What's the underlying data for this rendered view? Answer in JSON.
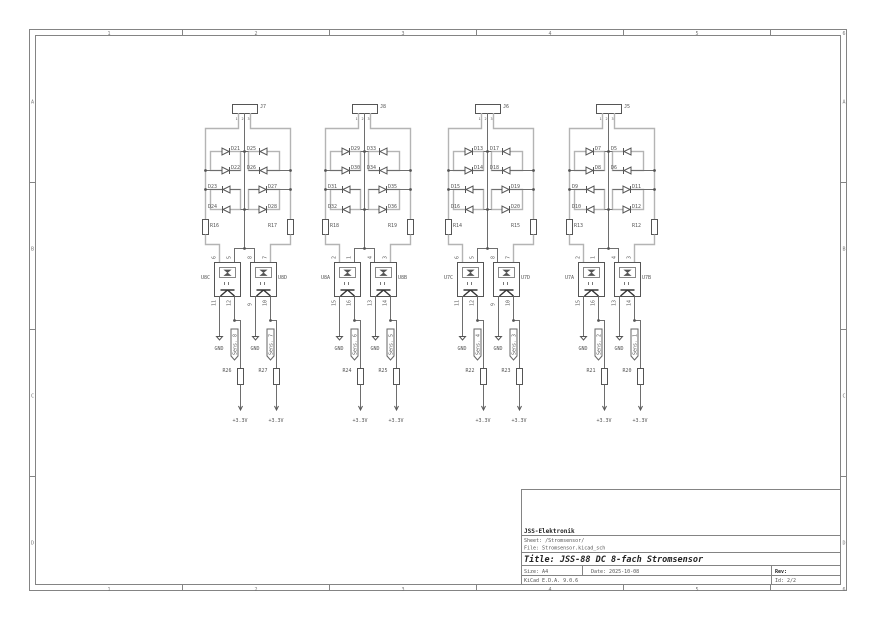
{
  "frame": {
    "columns": [
      "1",
      "2",
      "3",
      "4",
      "5",
      "6"
    ],
    "rows": [
      "A",
      "B",
      "C",
      "D"
    ]
  },
  "title_block": {
    "company": "JSS-Elektronik",
    "sheet": "Sheet: /Stromsensor/",
    "file": "File: Stromsensor.kicad_sch",
    "title": "Title: JSS-88 DC 8-fach Stromsensor",
    "size": "Size: A4",
    "date": "Date: 2025-10-08",
    "rev": "Rev:",
    "tool": "KiCad E.D.A. 9.0.6",
    "id": "Id: 2/2"
  },
  "blocks": [
    {
      "connector": "J7",
      "pins": [
        "1",
        "2",
        "3"
      ],
      "diodes": [
        "D21",
        "D25",
        "D22",
        "D26",
        "D23",
        "D27",
        "D24",
        "D28"
      ],
      "r_top": [
        "R16",
        "R17"
      ],
      "opto": [
        {
          "ref": "U8C",
          "pins_top": [
            "6",
            "5"
          ],
          "pins_bot": [
            "11",
            "12"
          ]
        },
        {
          "ref": "U8D",
          "pins_top": [
            "8",
            "7"
          ],
          "pins_bot": [
            "9",
            "10"
          ]
        }
      ],
      "gnd": [
        "GND",
        "GND"
      ],
      "sense": [
        "Sens. 8",
        "Sens. 7"
      ],
      "r_bot": [
        "R26",
        "R27"
      ],
      "supply": [
        "+3.3V",
        "+3.3V"
      ]
    },
    {
      "connector": "J8",
      "pins": [
        "1",
        "2",
        "3"
      ],
      "diodes": [
        "D29",
        "D33",
        "D30",
        "D34",
        "D31",
        "D35",
        "D32",
        "D36"
      ],
      "r_top": [
        "R18",
        "R19"
      ],
      "opto": [
        {
          "ref": "U8A",
          "pins_top": [
            "2",
            "1"
          ],
          "pins_bot": [
            "15",
            "16"
          ]
        },
        {
          "ref": "U8B",
          "pins_top": [
            "4",
            "3"
          ],
          "pins_bot": [
            "13",
            "14"
          ]
        }
      ],
      "gnd": [
        "GND",
        "GND"
      ],
      "sense": [
        "Sens. 6",
        "Sens. 5"
      ],
      "r_bot": [
        "R24",
        "R25"
      ],
      "supply": [
        "+3.3V",
        "+3.3V"
      ]
    },
    {
      "connector": "J6",
      "pins": [
        "1",
        "2",
        "3"
      ],
      "diodes": [
        "D13",
        "D17",
        "D14",
        "D18",
        "D15",
        "D19",
        "D16",
        "D20"
      ],
      "r_top": [
        "R14",
        "R15"
      ],
      "opto": [
        {
          "ref": "U7C",
          "pins_top": [
            "6",
            "5"
          ],
          "pins_bot": [
            "11",
            "12"
          ]
        },
        {
          "ref": "U7D",
          "pins_top": [
            "8",
            "7"
          ],
          "pins_bot": [
            "9",
            "10"
          ]
        }
      ],
      "gnd": [
        "GND",
        "GND"
      ],
      "sense": [
        "Sens. 4",
        "Sens. 3"
      ],
      "r_bot": [
        "R22",
        "R23"
      ],
      "supply": [
        "+3.3V",
        "+3.3V"
      ]
    },
    {
      "connector": "J5",
      "pins": [
        "1",
        "2",
        "3"
      ],
      "diodes": [
        "D7",
        "D5",
        "D8",
        "D6",
        "D9",
        "D11",
        "D10",
        "D12"
      ],
      "r_top": [
        "R13",
        "R12"
      ],
      "opto": [
        {
          "ref": "U7A",
          "pins_top": [
            "2",
            "1"
          ],
          "pins_bot": [
            "15",
            "16"
          ]
        },
        {
          "ref": "U7B",
          "pins_top": [
            "4",
            "3"
          ],
          "pins_bot": [
            "13",
            "14"
          ]
        }
      ],
      "gnd": [
        "GND",
        "GND"
      ],
      "sense": [
        "Sens. 2",
        "Sens. 1"
      ],
      "r_bot": [
        "R21",
        "R20"
      ],
      "supply": [
        "+3.3V",
        "+3.3V"
      ]
    }
  ]
}
